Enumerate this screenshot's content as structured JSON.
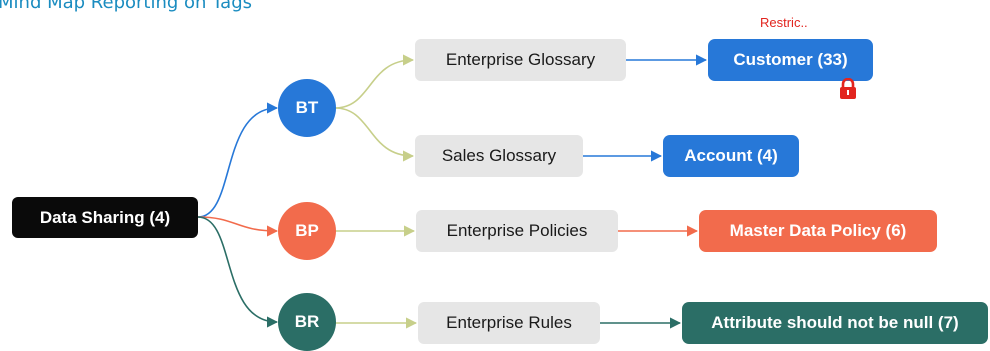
{
  "title": "Mind Map Reporting on Tags",
  "root": {
    "label": "Data Sharing  (4)"
  },
  "branches": [
    {
      "code": "BT",
      "color": "#2778d8",
      "glossaries": [
        {
          "label": "Enterprise Glossary",
          "target": "Customer  (33)",
          "restricted_label": "Restric..",
          "restricted_icon": "lock-icon"
        },
        {
          "label": "Sales Glossary",
          "target": "Account  (4)"
        }
      ]
    },
    {
      "code": "BP",
      "color": "#f26b4c",
      "glossaries": [
        {
          "label": "Enterprise Policies",
          "target": "Master Data Policy  (6)"
        }
      ]
    },
    {
      "code": "BR",
      "color": "#2b6e66",
      "glossaries": [
        {
          "label": "Enterprise Rules",
          "target": "Attribute should not be null  (7)"
        }
      ]
    }
  ],
  "colors": {
    "root": "#0a0a0a",
    "mid_connector": "#c7cf8a",
    "grey_node": "#e6e6e6",
    "restricted": "#e2251f",
    "title": "#1a8cc0"
  }
}
